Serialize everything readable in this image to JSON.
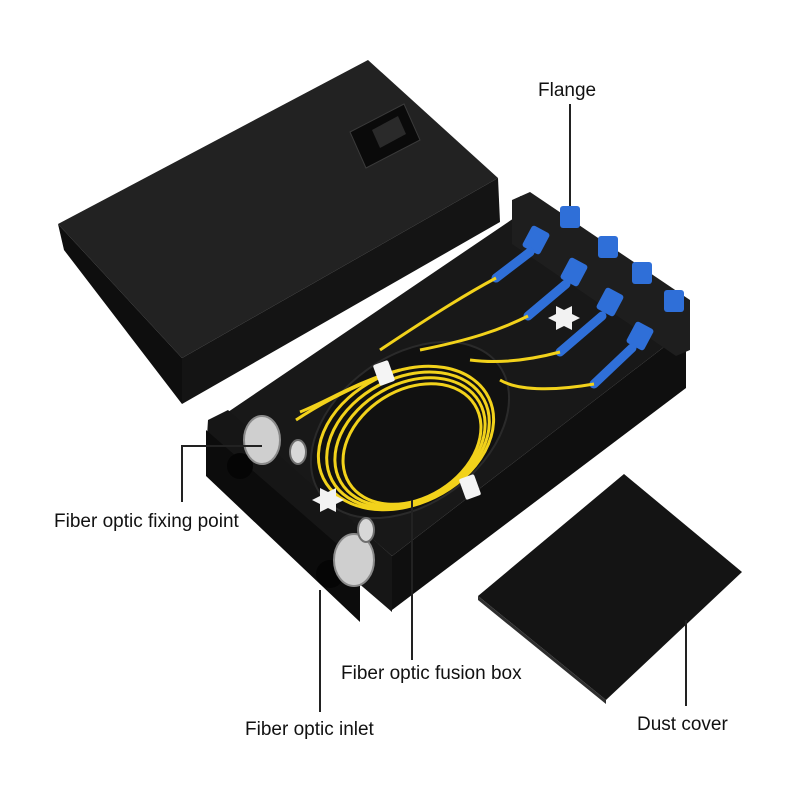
{
  "callouts": {
    "flange": "Flange",
    "fixing_point": "Fiber optic fixing point",
    "fusion_box": "Fiber optic fusion box",
    "inlet": "Fiber optic inlet",
    "dust_cover": "Dust cover"
  },
  "colors": {
    "housing": "#1b1b1b",
    "housing_top": "#262626",
    "fiber": "#f2d21b",
    "connector": "#2f6fd8",
    "leader_line": "#222222",
    "background": "#ffffff"
  }
}
